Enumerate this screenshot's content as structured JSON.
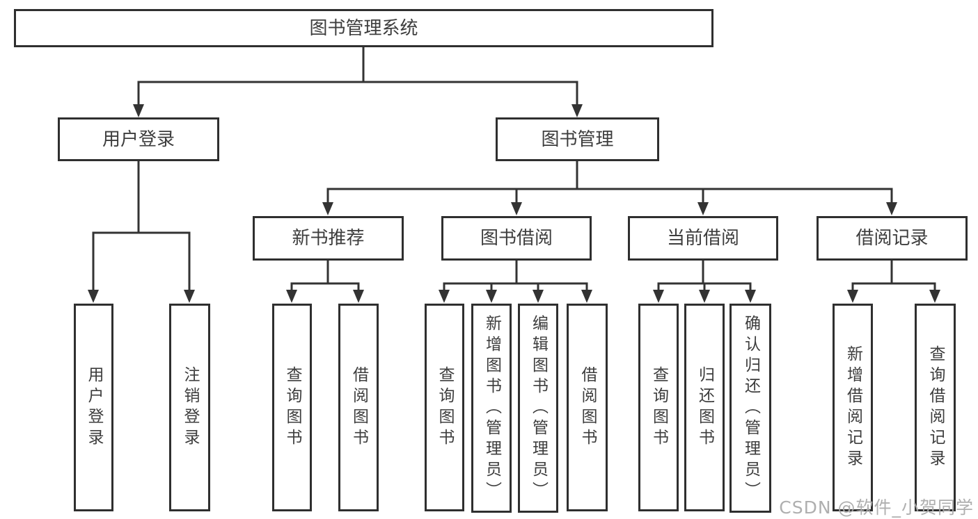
{
  "diagram": {
    "title_hint": "library management system feature tree",
    "nodes": {
      "root": "图书管理系统",
      "user_login": "用户登录",
      "book_management": "图书管理",
      "new_book_recommend": "新书推荐",
      "book_borrowing": "图书借阅",
      "current_borrowing": "当前借阅",
      "borrowing_records": "借阅记录",
      "leaf_user_login": "用户登录",
      "leaf_logout": "注销登录",
      "leaf_nb_query_books": "查询图书",
      "leaf_nb_borrow_books": "借阅图书",
      "leaf_bb_query_books": "查询图书",
      "leaf_bb_add_books": "新增图书（管理员）",
      "leaf_bb_edit_books": "编辑图书（管理员）",
      "leaf_bb_borrow_books": "借阅图书",
      "leaf_cb_query_books": "查询图书",
      "leaf_cb_return_books": "归还图书",
      "leaf_cb_confirm_return": "确认归还（管理员）",
      "leaf_br_add_record": "新增借阅记录",
      "leaf_br_query_record": "查询借阅记录"
    },
    "colors": {
      "line": "#333333",
      "text": "#3d3d3d",
      "box_background": "#ffffff",
      "watermark": "#ababab"
    }
  },
  "watermark": "CSDN @软件_小贺同学"
}
